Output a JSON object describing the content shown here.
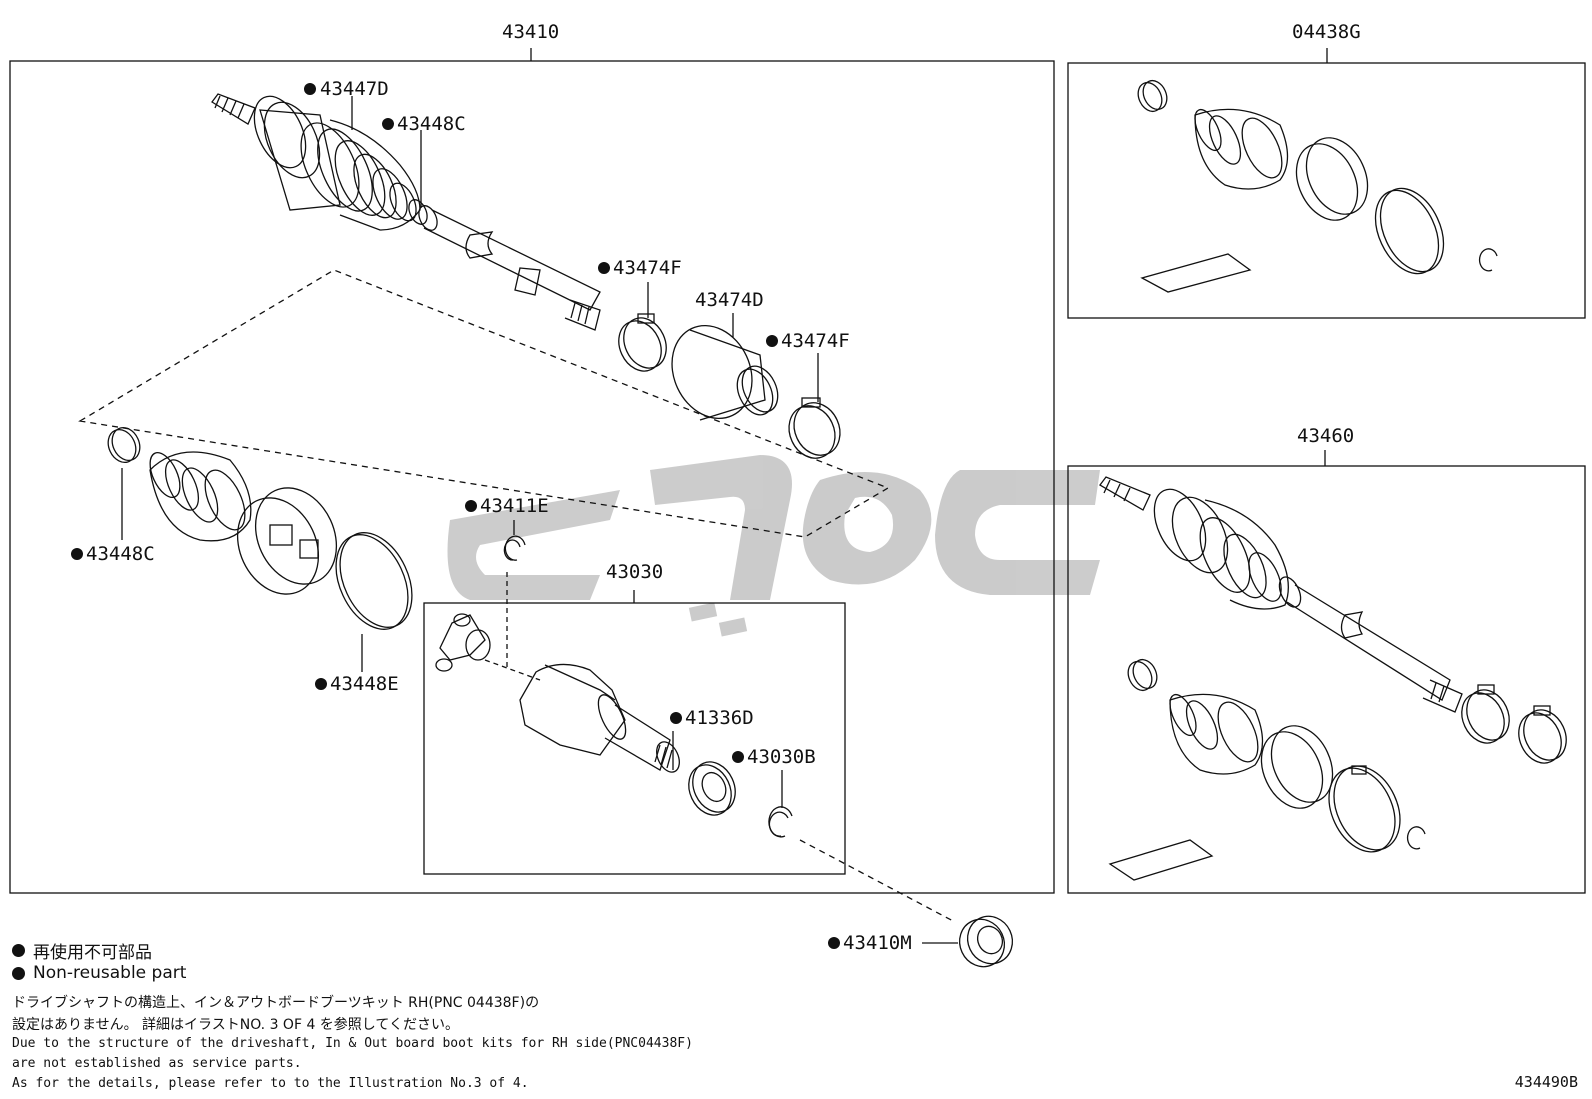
{
  "assemblies": {
    "main": "43410",
    "boot_kit": "04438G",
    "rh_shaft": "43460",
    "inboard_joint": "43030"
  },
  "parts": {
    "p43447D": "43447D",
    "p43448C_top": "43448C",
    "p43474F_a": "43474F",
    "p43474D": "43474D",
    "p43474F_b": "43474F",
    "p43448C_left": "43448C",
    "p43448E": "43448E",
    "p43411E": "43411E",
    "p41336D": "41336D",
    "p43030B": "43030B",
    "p43410M": "43410M"
  },
  "legend": {
    "jp": "再使用不可部品",
    "en": "Non-reusable part",
    "marker": "filled-dot"
  },
  "notes": {
    "jp_line1": "ドライブシャフトの構造上、イン＆アウトボードブーツキット RH(PNC 04438F)の",
    "jp_line2": "設定はありません。 詳細はイラストNO. 3 OF 4 を参照してください。",
    "en_line1": "Due to the structure of the driveshaft, In & Out board  boot kits for RH side(PNC04438F)",
    "en_line2": "are not established as service parts.",
    "en_line3": "As for the details, please refer to to the Illustration No.3 of 4."
  },
  "illustration_id": "434490B",
  "colors": {
    "line": "#111111",
    "watermark": "#c8c8c8"
  }
}
